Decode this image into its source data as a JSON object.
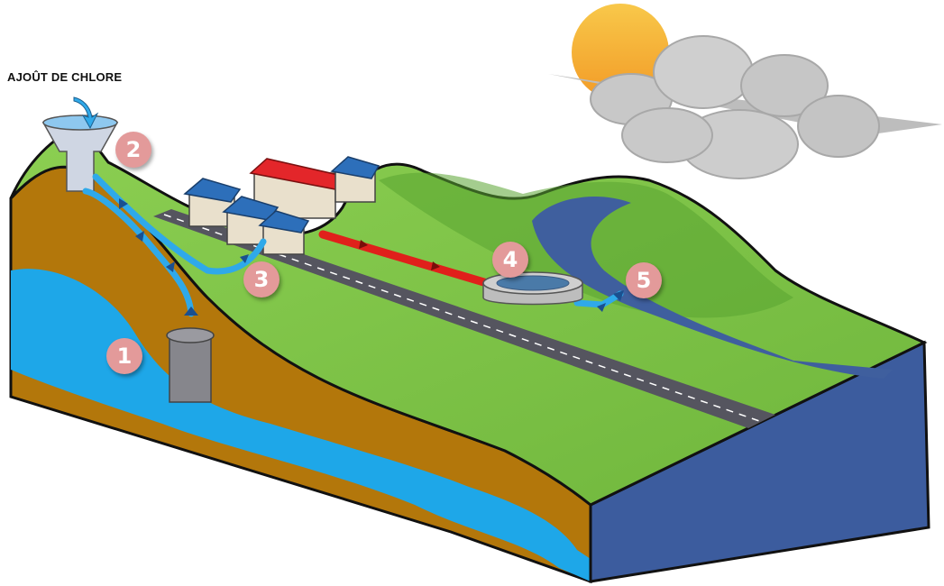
{
  "diagram": {
    "chlorine_label": "AJOÛT DE CHLORE",
    "markers": [
      {
        "id": "1",
        "label": "1"
      },
      {
        "id": "2",
        "label": "2"
      },
      {
        "id": "3",
        "label": "3"
      },
      {
        "id": "4",
        "label": "4"
      },
      {
        "id": "5",
        "label": "5"
      }
    ]
  },
  "colors": {
    "grass": "#7fc24a",
    "grass_dark": "#5aa432",
    "soil": "#b5780a",
    "groundwater": "#1ea7e8",
    "river": "#3f5f9e",
    "river_side": "#3d5ea0",
    "pipe_clean": "#2fa9e9",
    "pipe_waste": "#e0201b",
    "road": "#5a5a66",
    "roof_red": "#e3262a",
    "roof_blue": "#2d6fba",
    "marker": "#e39a9a",
    "sun": "#f6b032",
    "cloud": "#c9c9c9"
  }
}
